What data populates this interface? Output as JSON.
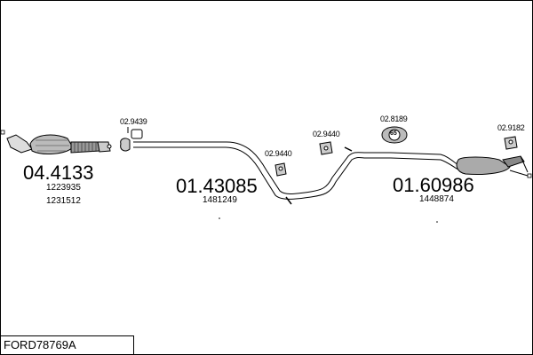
{
  "diagram": {
    "code": "FORD78769A",
    "parts": [
      {
        "part_no": "04.4133",
        "refs": [
          "1223935",
          "1231512"
        ]
      },
      {
        "part_no": "01.43085",
        "refs": [
          "1481249"
        ]
      },
      {
        "part_no": "01.60986",
        "refs": [
          "1448874"
        ]
      }
    ],
    "fittings": [
      "02.9439",
      "02.9440",
      "02.9440",
      "02.8189",
      "02.9182"
    ],
    "gasket_badge": "65"
  }
}
